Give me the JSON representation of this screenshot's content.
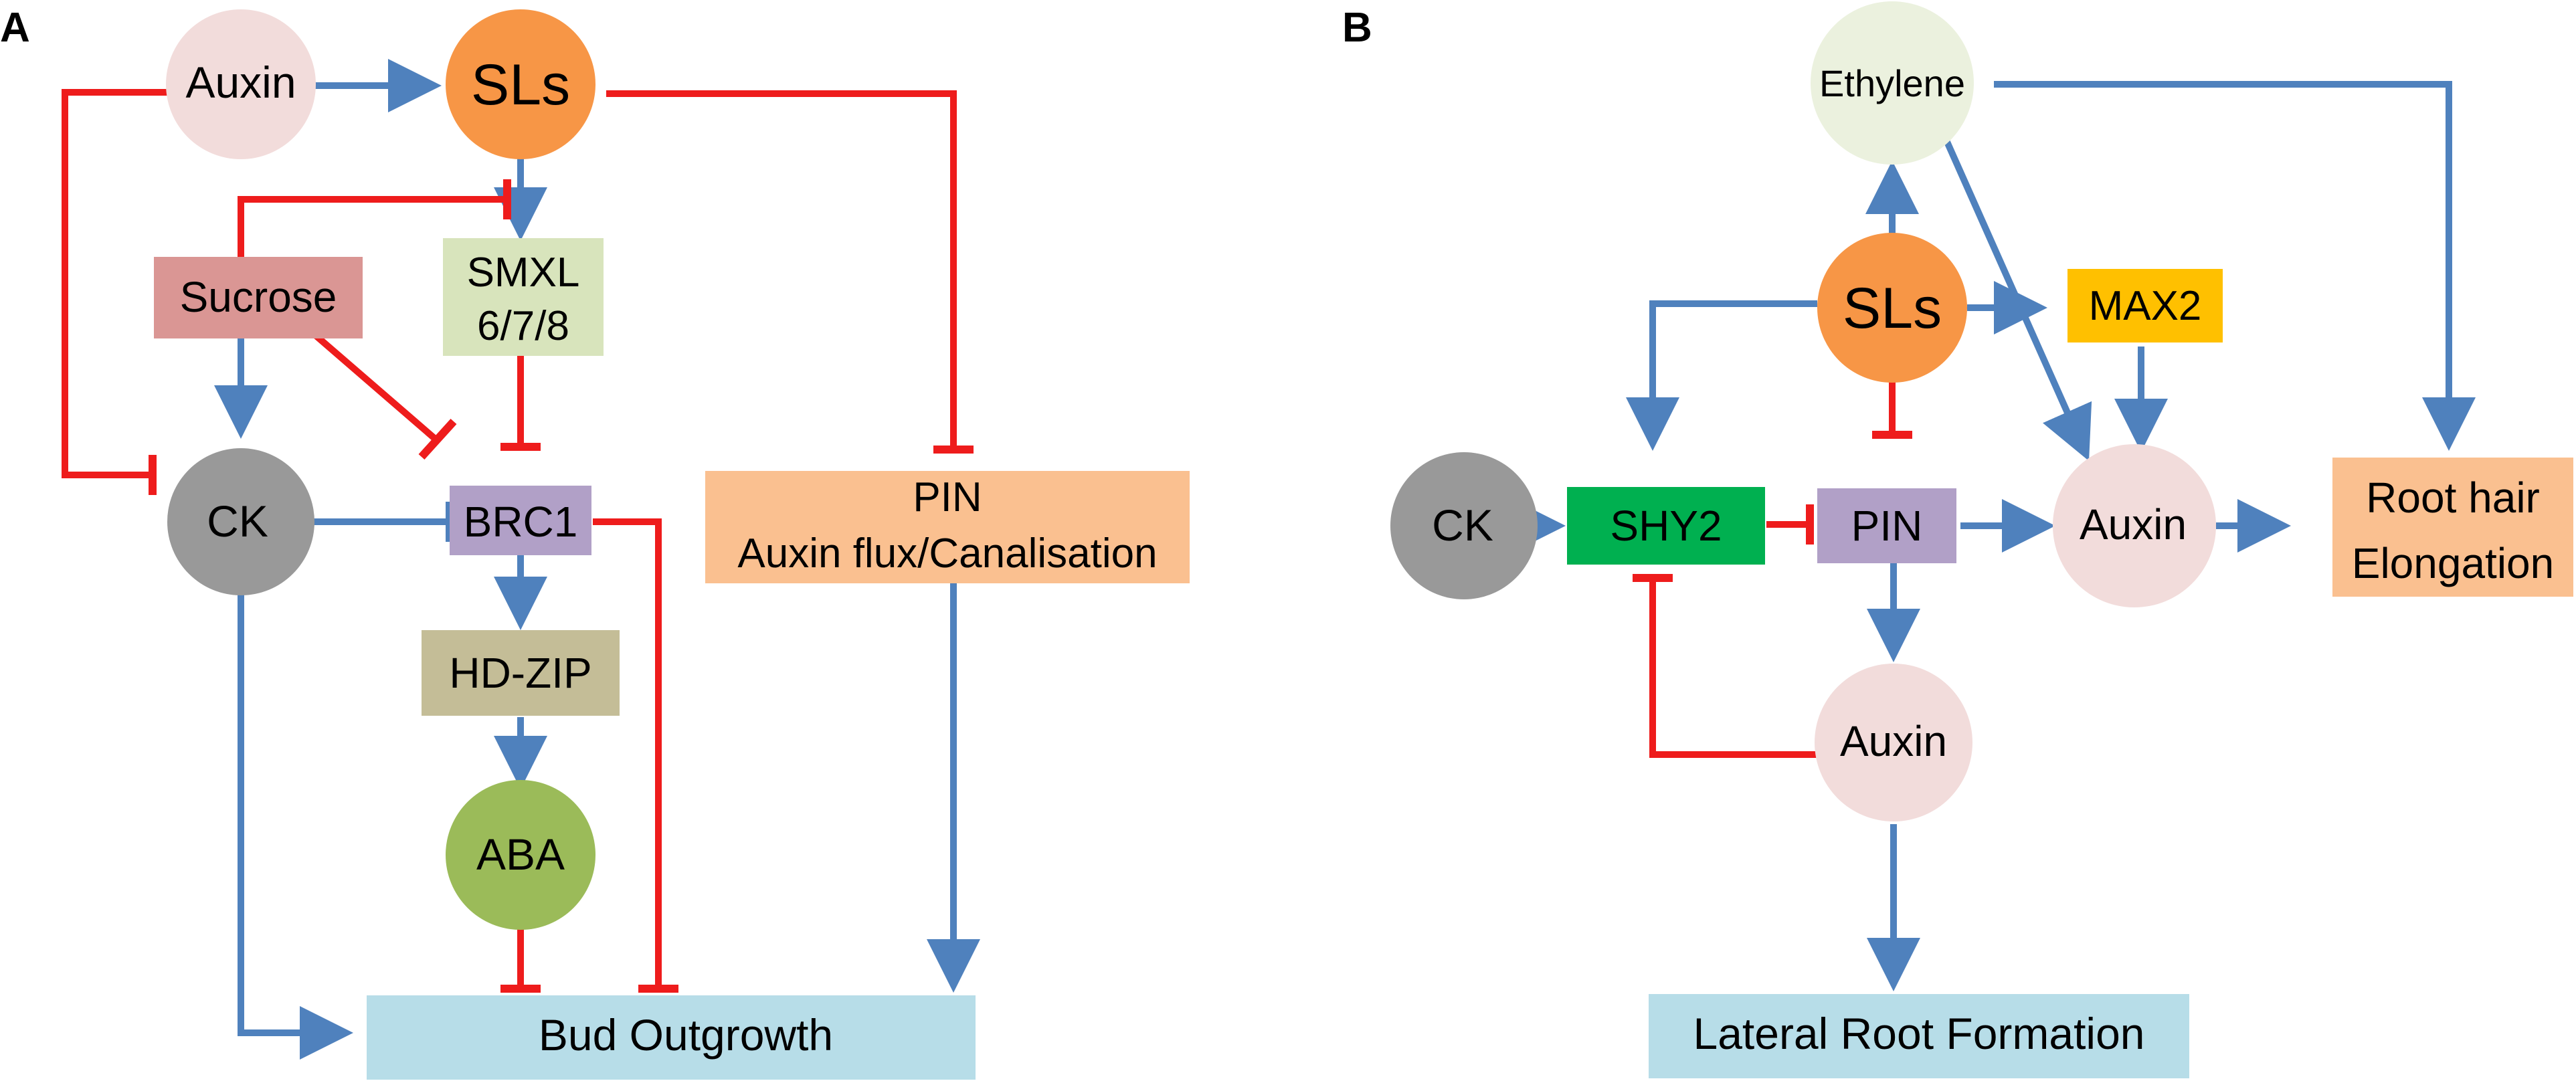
{
  "panels": {
    "a": {
      "label": "A"
    },
    "b": {
      "label": "B"
    }
  },
  "colors": {
    "activation": "#4f81bd",
    "inhibition": "#ee1c1c",
    "auxin": "#f2dcdb",
    "sls": "#f79646",
    "ck": "#999999",
    "aba": "#9bbb59",
    "sucrose": "#da9694",
    "smxl": "#d8e4bc",
    "brc1": "#b1a0c7",
    "hdzip": "#c4bd97",
    "pin": "#fac090",
    "outcome": "#b7dde8",
    "ethylene": "#ebf1de",
    "max2": "#ffc000",
    "shy2": "#00b050"
  },
  "nodes": {
    "a_auxin": "Auxin",
    "a_sls": "SLs",
    "a_sucrose": "Sucrose",
    "a_smxl_line1": "SMXL",
    "a_smxl_line2": "6/7/8",
    "a_ck": "CK",
    "a_brc1": "BRC1",
    "a_hdzip": "HD-ZIP",
    "a_aba": "ABA",
    "a_pin_line1": "PIN",
    "a_pin_line2": "Auxin flux/Canalisation",
    "a_bud": "Bud Outgrowth",
    "b_ethylene": "Ethylene",
    "b_sls": "SLs",
    "b_max2": "MAX2",
    "b_ck": "CK",
    "b_shy2": "SHY2",
    "b_pin": "PIN",
    "b_auxin_right": "Auxin",
    "b_root_hair_line1": "Root hair",
    "b_root_hair_line2": "Elongation",
    "b_auxin_lower": "Auxin",
    "b_lateral": "Lateral Root Formation"
  }
}
